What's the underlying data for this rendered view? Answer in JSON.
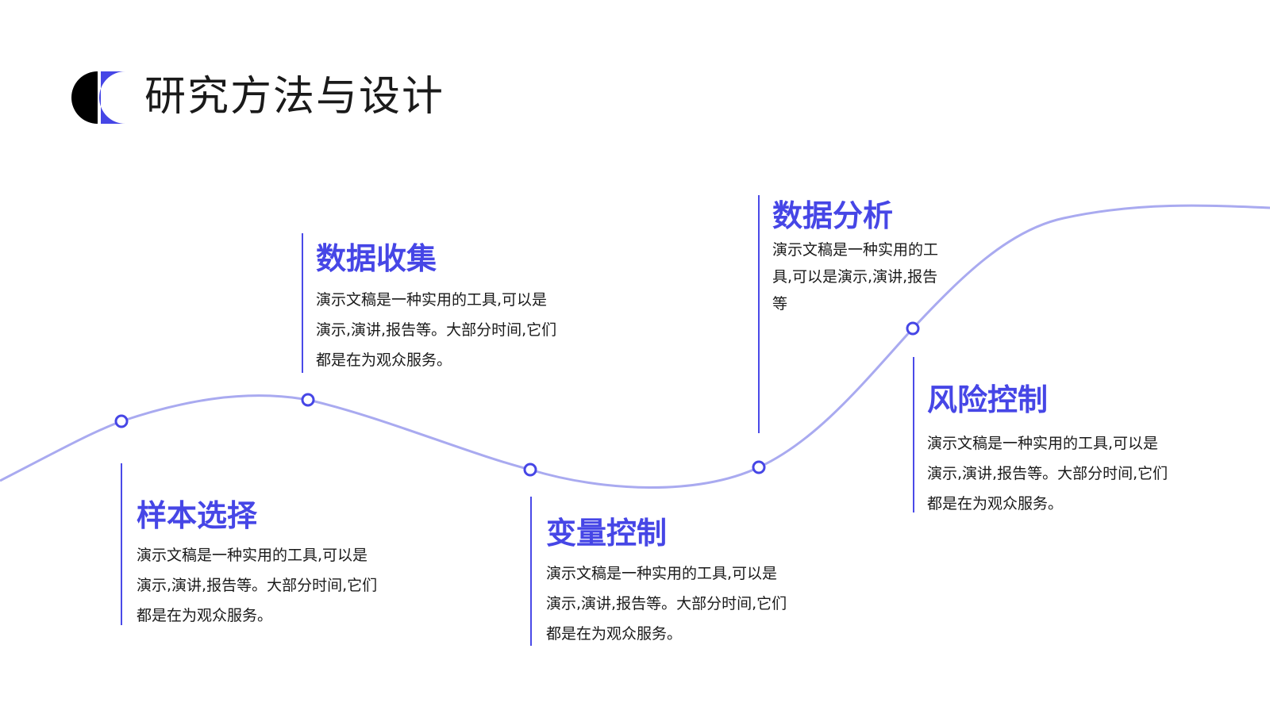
{
  "title": "研究方法与设计",
  "colors": {
    "accent": "#4646e6",
    "curve": "#a9aaf0",
    "logo_dark": "#000000",
    "logo_accent": "#4646e6"
  },
  "steps": [
    {
      "heading": "样本选择",
      "desc": "演示文稿是一种实用的工具,可以是演示,演讲,报告等。大部分时间,它们都是在为观众服务。"
    },
    {
      "heading": "数据收集",
      "desc": "演示文稿是一种实用的工具,可以是演示,演讲,报告等。大部分时间,它们都是在为观众服务。"
    },
    {
      "heading": "变量控制",
      "desc": "演示文稿是一种实用的工具,可以是演示,演讲,报告等。大部分时间,它们都是在为观众服务。"
    },
    {
      "heading": "数据分析",
      "desc": "演示文稿是一种实用的工具,可以是演示,演讲,报告等"
    },
    {
      "heading": "风险控制",
      "desc": "演示文稿是一种实用的工具,可以是演示,演讲,报告等。大部分时间,它们都是在为观众服务。"
    }
  ]
}
